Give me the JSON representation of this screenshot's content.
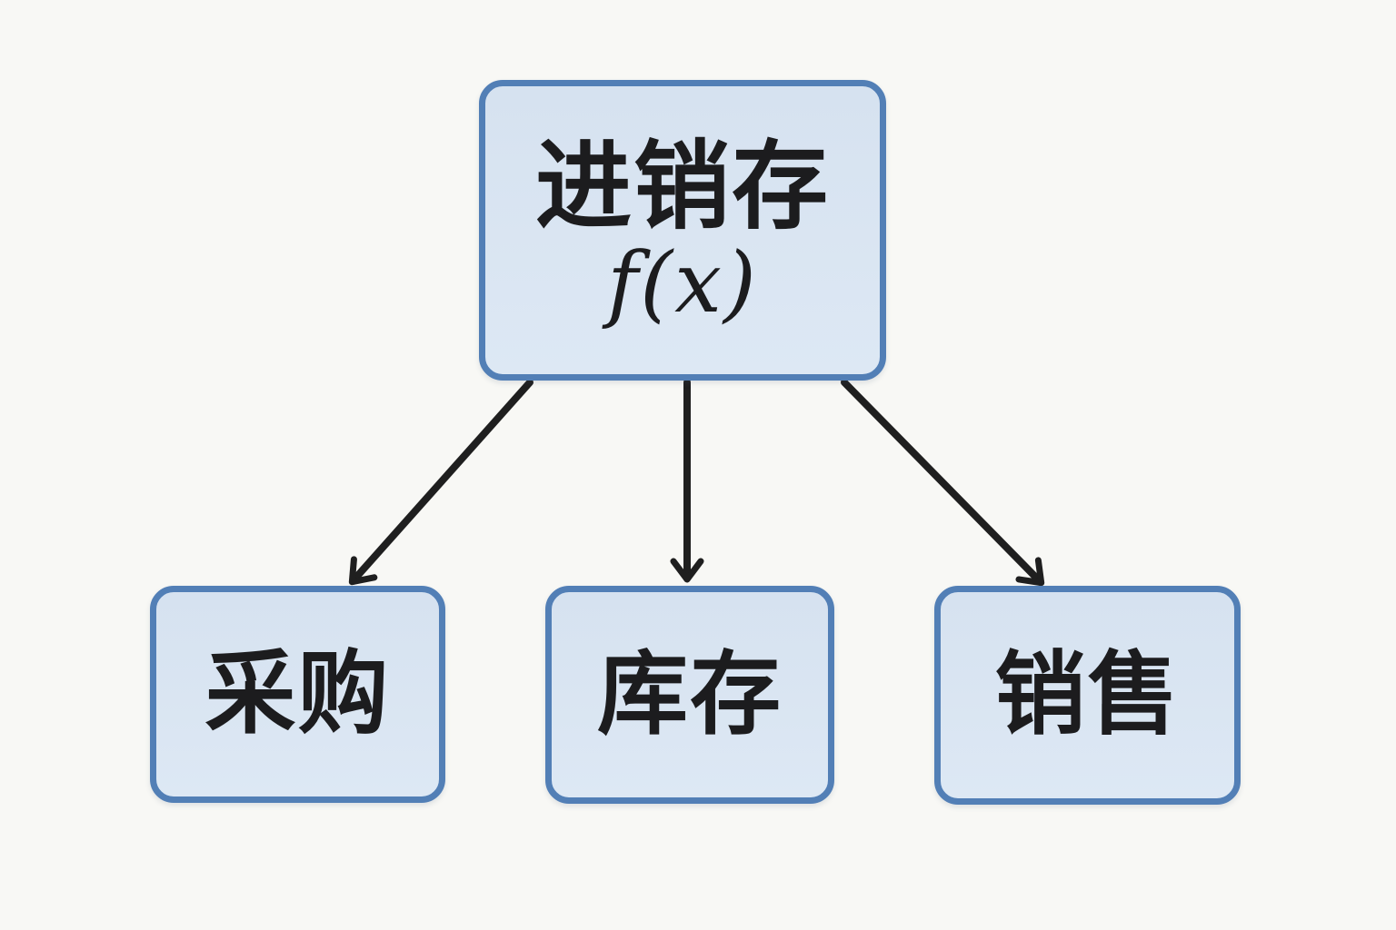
{
  "diagram": {
    "root": {
      "label": "进销存",
      "formula": "f(x)"
    },
    "children": [
      {
        "label": "采购"
      },
      {
        "label": "库存"
      },
      {
        "label": "销售"
      }
    ],
    "colors": {
      "page_background": "#f8f8f5",
      "box_fill": "#d9e4f1",
      "box_border": "#527fb6",
      "text": "#1c1c1e",
      "arrow": "#1f1f1f"
    }
  }
}
